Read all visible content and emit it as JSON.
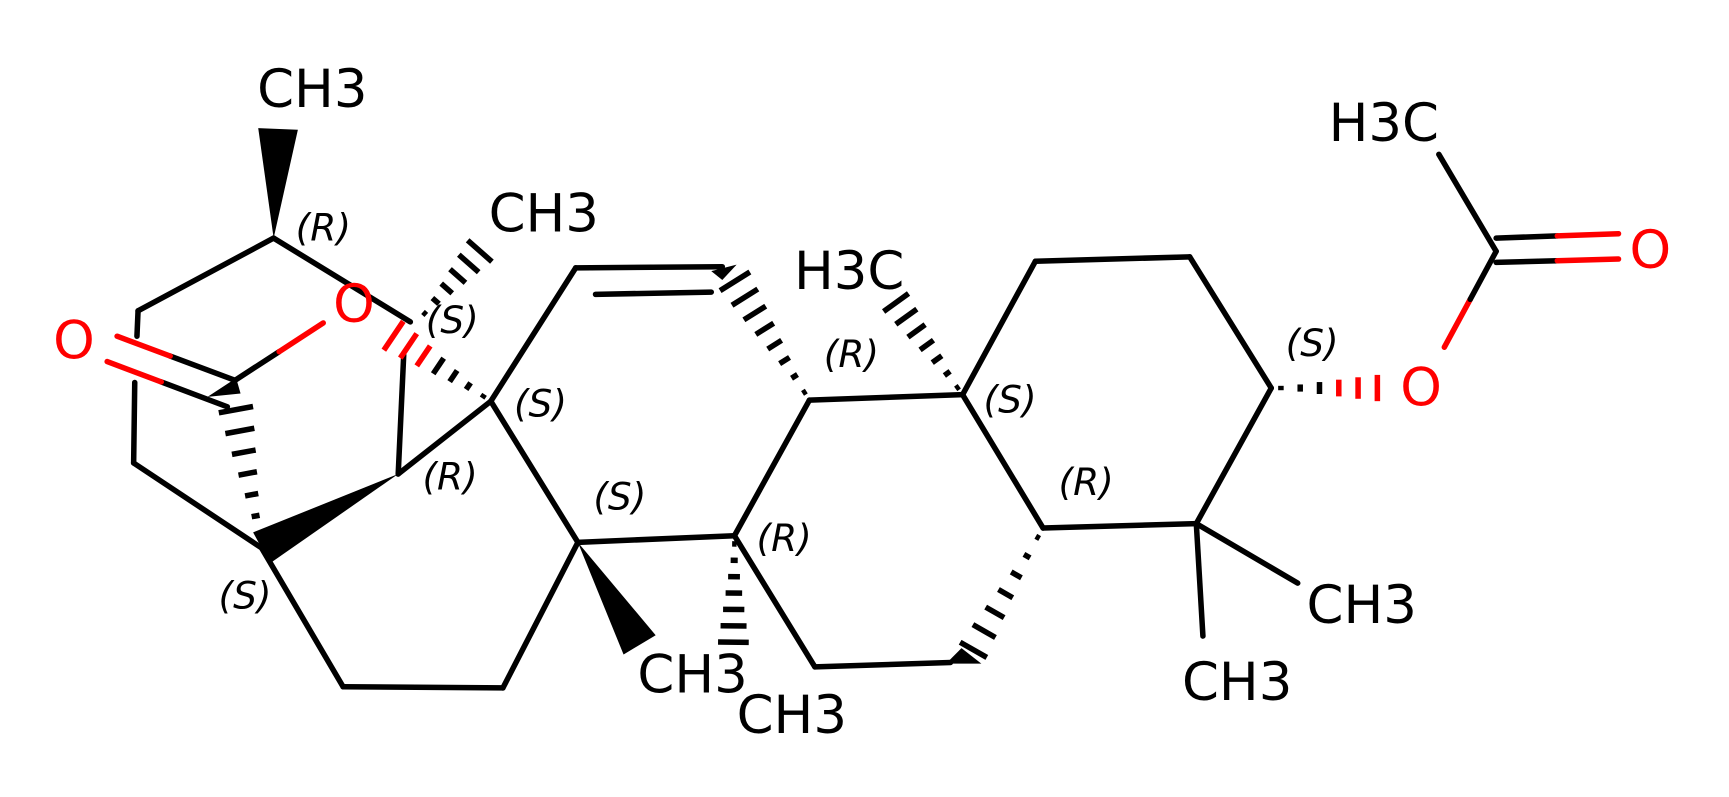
{
  "colors": {
    "carbon": "#000000",
    "oxygen": "#ff0000",
    "background": "#ffffff"
  },
  "atom_labels": [
    {
      "text": "CH3",
      "element": "C"
    },
    {
      "text": "CH3",
      "element": "C"
    },
    {
      "text": "O",
      "element": "O"
    },
    {
      "text": "O",
      "element": "O"
    },
    {
      "text": "H3C",
      "element": "C"
    },
    {
      "text": "CH3",
      "element": "C"
    },
    {
      "text": "CH3",
      "element": "C"
    },
    {
      "text": "CH3",
      "element": "C"
    },
    {
      "text": "CH3",
      "element": "C"
    },
    {
      "text": "O",
      "element": "O"
    },
    {
      "text": "O",
      "element": "O"
    },
    {
      "text": "H3C",
      "element": "C"
    }
  ],
  "stereo_labels": [
    "(R)",
    "(S)",
    "(S)",
    "(R)",
    "(S)",
    "(S)",
    "(R)",
    "(R)",
    "(S)",
    "(R)",
    "(S)"
  ]
}
